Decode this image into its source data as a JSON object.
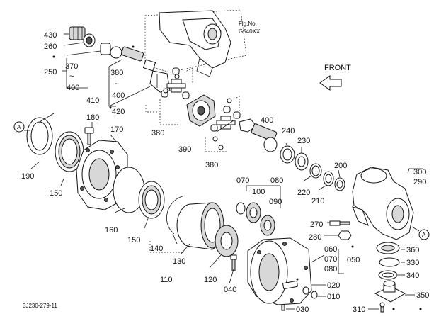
{
  "figure": {
    "fig_no_label": "Fig.No.",
    "fig_no_value": "G540XX",
    "front_label": "FRONT",
    "catalog_code": "3J230-279-11",
    "callout_a": "A",
    "tilde": "~"
  },
  "parts": {
    "p430": "430",
    "p260": "260",
    "p250": "250",
    "p370": "370",
    "p400a": "400",
    "p380a": "380",
    "p400b": "400",
    "p420": "420",
    "p410": "410",
    "p380b": "380",
    "p390": "390",
    "p400c": "400",
    "p380c": "380",
    "p240": "240",
    "p230": "230",
    "p200": "200",
    "p220": "220",
    "p210": "210",
    "p300": "300",
    "p290": "290",
    "p180": "180",
    "p170": "170",
    "p190": "190",
    "p150a": "150",
    "p160": "160",
    "p150b": "150",
    "p070a": "070",
    "p080a": "080",
    "p100": "100",
    "p090": "090",
    "p270": "270",
    "p280": "280",
    "p360": "360",
    "p330": "330",
    "p340": "340",
    "p350": "350",
    "p310": "310",
    "p060": "060",
    "p070b": "070",
    "p080b": "080",
    "p050": "050",
    "p020": "020",
    "p010": "010",
    "p030": "030",
    "p140": "140",
    "p130": "130",
    "p110": "110",
    "p120": "120",
    "p040": "040"
  }
}
